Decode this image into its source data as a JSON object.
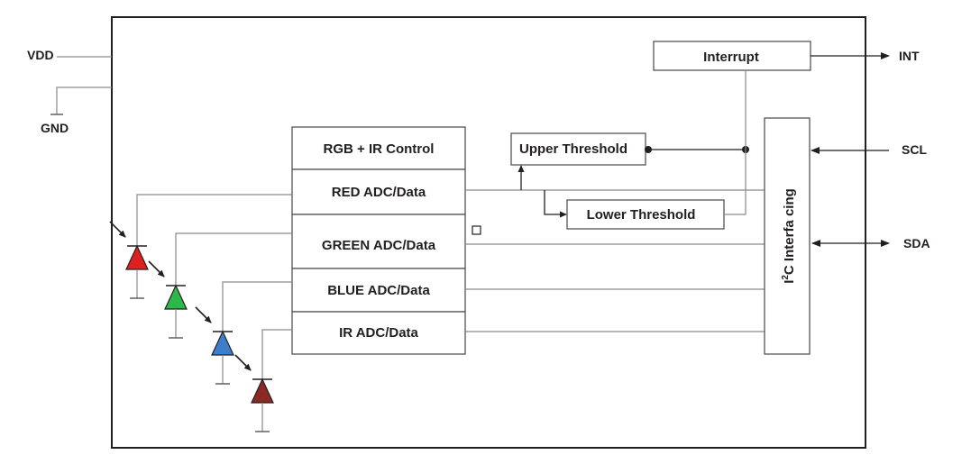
{
  "pins": {
    "vdd": "VDD",
    "gnd": "GND",
    "int": "INT",
    "scl": "SCL",
    "sda": "SDA"
  },
  "blocks": {
    "rgb_ir_control": "RGB + IR Control",
    "red_adc": "RED ADC/Data",
    "green_adc": "GREEN ADC/Data",
    "blue_adc": "BLUE ADC/Data",
    "ir_adc": "IR ADC/Data",
    "upper_threshold": "Upper Threshold",
    "lower_threshold": "Lower Threshold",
    "interrupt": "Interrupt",
    "i2c_prefix": "I",
    "i2c_sup": "2",
    "i2c_suffix": "C Interfa cing"
  },
  "photodiodes": [
    {
      "name": "red",
      "color": "#e02020"
    },
    {
      "name": "green",
      "color": "#2db84a"
    },
    {
      "name": "blue",
      "color": "#3b7fcc"
    },
    {
      "name": "ir",
      "color": "#8b2a25"
    }
  ]
}
